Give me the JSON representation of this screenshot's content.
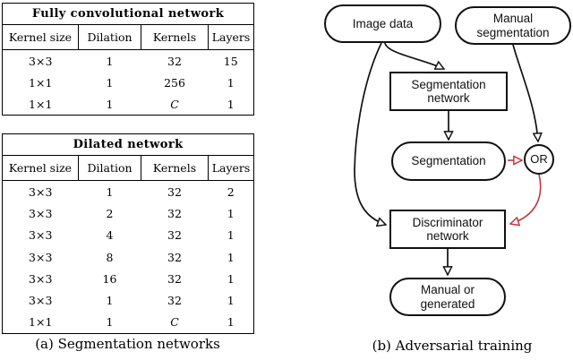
{
  "figure": {
    "panel_a": {
      "caption": "(a) Segmentation networks",
      "tables": [
        {
          "title": "Fully convolutional network",
          "headers": [
            "Kernel size",
            "Dilation",
            "Kernels",
            "Layers"
          ],
          "rows": [
            [
              "3×3",
              "1",
              "32",
              "15"
            ],
            [
              "1×1",
              "1",
              "256",
              "1"
            ],
            [
              "1×1",
              "1",
              "C",
              "1"
            ]
          ]
        },
        {
          "title": "Dilated network",
          "headers": [
            "Kernel size",
            "Dilation",
            "Kernels",
            "Layers"
          ],
          "rows": [
            [
              "3×3",
              "1",
              "32",
              "2"
            ],
            [
              "3×3",
              "2",
              "32",
              "1"
            ],
            [
              "3×3",
              "4",
              "32",
              "1"
            ],
            [
              "3×3",
              "8",
              "32",
              "1"
            ],
            [
              "3×3",
              "16",
              "32",
              "1"
            ],
            [
              "3×3",
              "1",
              "32",
              "1"
            ],
            [
              "1×1",
              "1",
              "C",
              "1"
            ]
          ]
        }
      ]
    },
    "panel_b": {
      "caption": "(b) Adversarial training",
      "nodes": {
        "image_data": "Image data",
        "manual_segmentation": "Manual segmentation",
        "segmentation_network": "Segmentation network",
        "segmentation": "Segmentation",
        "or_gate": "OR",
        "discriminator_network": "Discriminator network",
        "manual_or_generated": "Manual or generated"
      },
      "colors": {
        "edge": "#111111",
        "highlight": "#c5353f"
      }
    }
  }
}
